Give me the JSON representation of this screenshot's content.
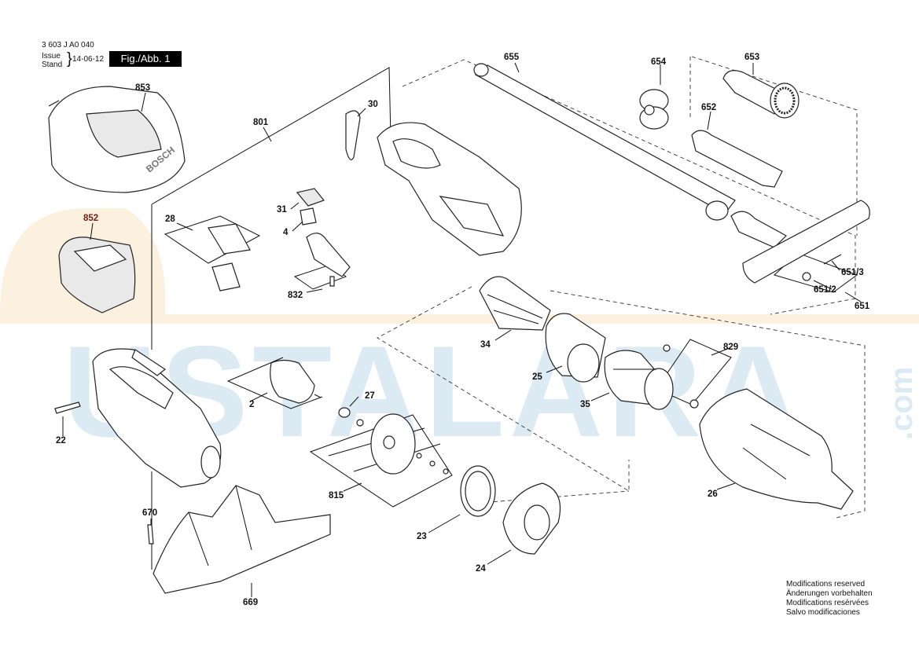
{
  "header": {
    "doc_number": "3 603 J A0 040",
    "issue_label": "Issue",
    "stand_label": "Stand",
    "date": "14-06-12",
    "figure": "Fig./Abb. 1"
  },
  "watermark": {
    "main": "USTALARA",
    "suffix": ".com"
  },
  "brand_on_charger": "BOSCH",
  "parts": {
    "p853": "853",
    "p852": "852",
    "p801": "801",
    "p30": "30",
    "p655": "655",
    "p654": "654",
    "p653": "653",
    "p652": "652",
    "p28": "28",
    "p31": "31",
    "p4": "4",
    "p832": "832",
    "p651_3": "651/3",
    "p651_2": "651/2",
    "p651": "651",
    "p34": "34",
    "p25": "25",
    "p829": "829",
    "p2": "2",
    "p27": "27",
    "p22": "22",
    "p35": "35",
    "p815": "815",
    "p26": "26",
    "p670": "670",
    "p23": "23",
    "p24": "24",
    "p669": "669"
  },
  "notice": {
    "en": "Modifications reserved",
    "de": "Änderungen vorbehalten",
    "fr": "Modifications resérvées",
    "es": "Salvo modificaciones"
  }
}
